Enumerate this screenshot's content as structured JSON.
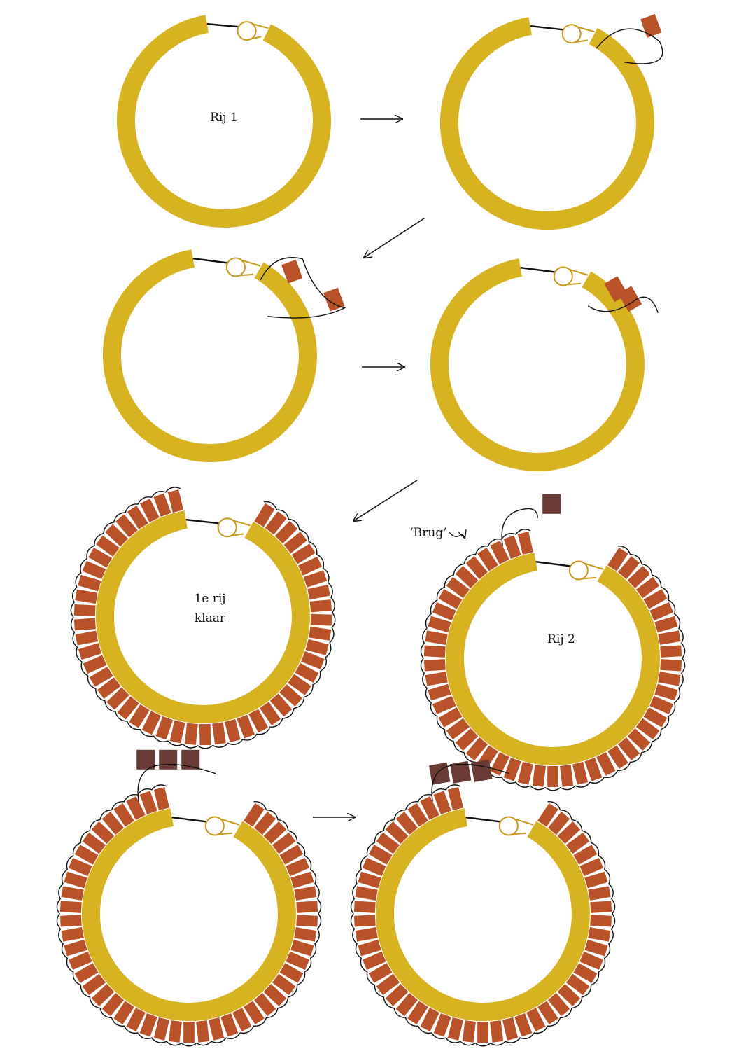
{
  "colors": {
    "ring": "#d7b221",
    "bead_orange": "#b95228",
    "bead_brown": "#6a3a34",
    "thread": "#111111",
    "clasp_stroke": "#c79a1d"
  },
  "labels": {
    "row1": "Rij 1",
    "row1_done_line1": "1e rij",
    "row1_done_line2": "klaar",
    "bridge": "‘Brug’",
    "row2": "Rij 2"
  },
  "steps": [
    {
      "panel": 1,
      "label": "Rij 1",
      "orange_beads": 0,
      "brown_beads": 0
    },
    {
      "panel": 2,
      "orange_beads": 1,
      "brown_beads": 0
    },
    {
      "panel": 3,
      "orange_beads": 2,
      "brown_beads": 0
    },
    {
      "panel": 4,
      "orange_beads": 2,
      "brown_beads": 0
    },
    {
      "panel": 5,
      "label": "1e rij klaar",
      "orange_beads": "full row",
      "brown_beads": 0
    },
    {
      "panel": 6,
      "label": "Rij 2",
      "annotation": "‘Brug’",
      "orange_beads": "full row",
      "brown_beads": 1
    },
    {
      "panel": 7,
      "orange_beads": "full row",
      "brown_beads": 3
    },
    {
      "panel": 8,
      "orange_beads": "full row",
      "brown_beads": 3
    }
  ]
}
